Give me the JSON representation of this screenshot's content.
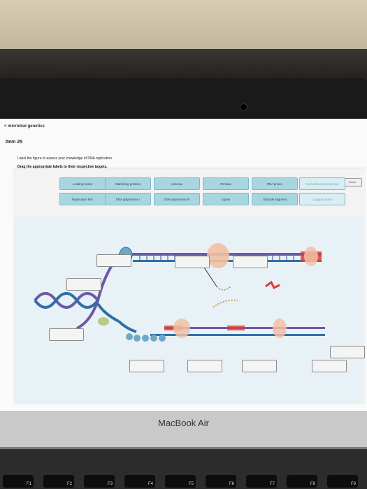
{
  "nav": {
    "back_label": "< microbial genetics"
  },
  "item": {
    "title": "Item 25"
  },
  "instructions": {
    "line1": "Label the figure to assess your knowledge of DNA replication.",
    "line2": "Drag the appropriate labels to their respective targets."
  },
  "reset_label": "Reset",
  "labels": [
    {
      "text": "Leading strand"
    },
    {
      "text": "Stabilizing proteins"
    },
    {
      "text": "Helicase"
    },
    {
      "text": "Primase"
    },
    {
      "text": "RNA primer"
    },
    {
      "text": "Nucleotide (triphosphate)"
    },
    {
      "text": "Replication fork"
    },
    {
      "text": "DNA polymerase I"
    },
    {
      "text": "DNA polymerase III"
    },
    {
      "text": "Ligase"
    },
    {
      "text": "Okazaki fragment"
    },
    {
      "text": "Lagging strand"
    }
  ],
  "laptop": {
    "brand": "MacBook Air"
  },
  "keys": [
    {
      "label": "F1"
    },
    {
      "label": "F2"
    },
    {
      "label": "F3"
    },
    {
      "label": "F4"
    },
    {
      "label": "F5"
    },
    {
      "label": "F6"
    },
    {
      "label": "F7"
    },
    {
      "label": "F8"
    },
    {
      "label": "F9"
    }
  ],
  "colors": {
    "chip": "#a8d6e0",
    "strand_purple": "#6b5aa6",
    "primer_red": "#d9403a",
    "backbone_blue": "#2f6fa8"
  }
}
